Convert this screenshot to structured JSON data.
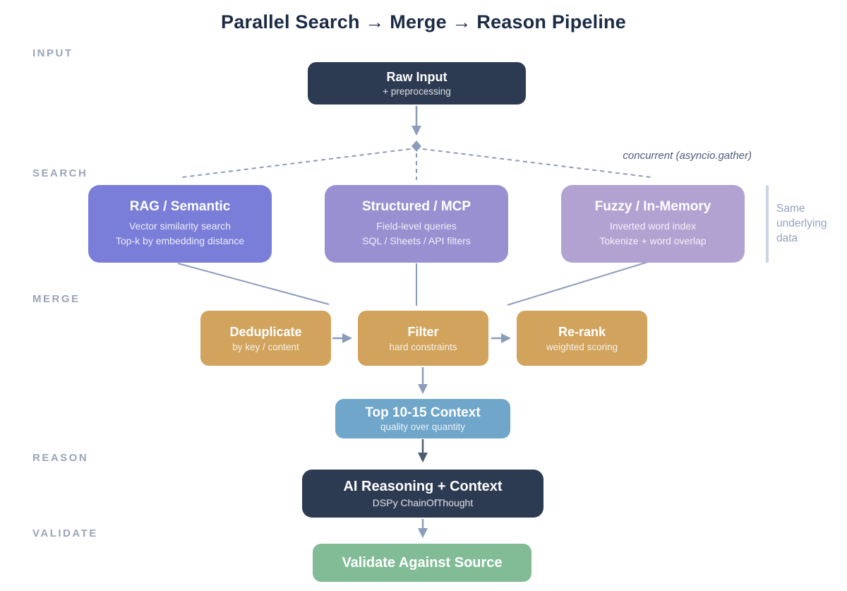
{
  "title": "Parallel Search → Merge → Reason Pipeline",
  "stages": [
    {
      "label": "INPUT"
    },
    {
      "label": "SEARCH"
    },
    {
      "label": "MERGE"
    },
    {
      "label": "REASON"
    },
    {
      "label": "VALIDATE"
    }
  ],
  "nodes": {
    "raw_input": {
      "title": "Raw Input",
      "subtitle": "+ preprocessing"
    },
    "rag": {
      "title": "RAG / Semantic",
      "line1": "Vector similarity search",
      "line2": "Top-k by embedding distance"
    },
    "structured": {
      "title": "Structured / MCP",
      "line1": "Field-level queries",
      "line2": "SQL / Sheets / API filters"
    },
    "fuzzy": {
      "title": "Fuzzy / In-Memory",
      "line1": "Inverted word index",
      "line2": "Tokenize + word overlap"
    },
    "deduplicate": {
      "title": "Deduplicate",
      "subtitle": "by key / content"
    },
    "filter": {
      "title": "Filter",
      "subtitle": "hard constraints"
    },
    "rerank": {
      "title": "Re-rank",
      "subtitle": "weighted scoring"
    },
    "top_context": {
      "title": "Top 10-15 Context",
      "subtitle": "quality over quantity"
    },
    "reasoning": {
      "title": "AI Reasoning + Context",
      "subtitle": "DSPy ChainOfThought"
    },
    "validate": {
      "title": "Validate Against Source"
    }
  },
  "annotations": {
    "concurrent": "concurrent (asyncio.gather)",
    "same_data": "Same underlying data"
  },
  "colors": {
    "title_text": "#1c2b45",
    "stage_label": "#9aa5b8",
    "dark_node": "#2d3b52",
    "rag_node": "#7a7ed8",
    "structured_node": "#9990d1",
    "fuzzy_node": "#b2a2d2",
    "merge_node": "#d1a35d",
    "context_node": "#70a6ca",
    "validate_node": "#81bc97",
    "connector": "#8b9cba",
    "connector_dark": "#4e5c74"
  }
}
